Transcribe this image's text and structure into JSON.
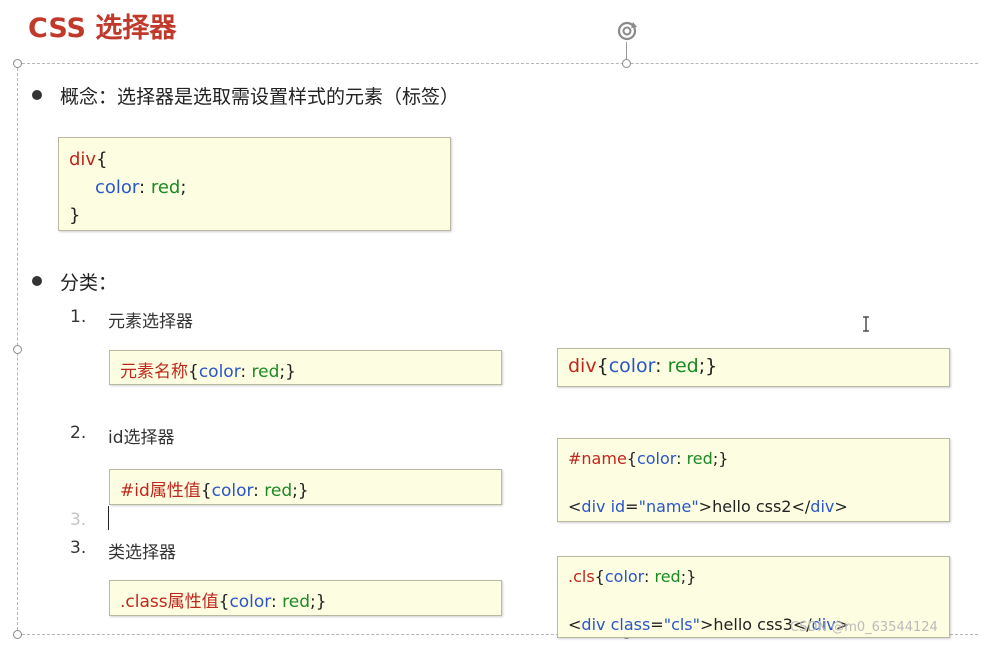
{
  "title": "CSS 选择器",
  "concept": {
    "text": "概念：选择器是选取需设置样式的元素（标签）",
    "code": {
      "line1_selector": "div",
      "line1_brace": "{",
      "line2_prop": "color",
      "line2_colon": ": ",
      "line2_value": "red",
      "line2_semi": ";",
      "line3": "}"
    }
  },
  "classification": {
    "label": "分类：",
    "items": [
      {
        "num": "1.",
        "label": "元素选择器",
        "syntax": {
          "sel": "元素名称",
          "open": "{",
          "prop": "color",
          "colon": ": ",
          "val": "red",
          "close": ";}"
        },
        "example": {
          "sel": "div",
          "open": "{",
          "prop": "color",
          "colon": ": ",
          "val": "red",
          "close": ";}"
        }
      },
      {
        "num": "2.",
        "label": "id选择器",
        "syntax": {
          "sel": "#id属性值",
          "open": "{",
          "prop": "color",
          "colon": ": ",
          "val": "red",
          "close": ";}"
        },
        "example": {
          "rule_sel": "#name",
          "rule_open": "{",
          "rule_prop": "color",
          "rule_colon": ": ",
          "rule_val": "red",
          "rule_close": ";}",
          "html_lt": "<",
          "html_tag": "div",
          "html_attr": " id",
          "html_eq": "=",
          "html_attrval": "\"name\"",
          "html_gt": ">",
          "html_text": "hello css2",
          "html_endlt": "</",
          "html_endtag": "div",
          "html_endgt": ">"
        }
      },
      {
        "num": "3.",
        "label": "类选择器",
        "syntax": {
          "sel": ".class属性值",
          "open": "{",
          "prop": "color",
          "colon": ": ",
          "val": "red",
          "close": ";}"
        },
        "example": {
          "rule_sel": ".cls",
          "rule_open": "{",
          "rule_prop": "color",
          "rule_colon": ": ",
          "rule_val": "red",
          "rule_close": ";}",
          "html_lt": "<",
          "html_tag": "div",
          "html_attr": " class",
          "html_eq": "=",
          "html_attrval": "\"cls\"",
          "html_gt": ">",
          "html_text": "hello css3",
          "html_endlt": "</",
          "html_endtag": "div",
          "html_endgt": ">"
        }
      }
    ],
    "stray_num": "3."
  },
  "watermark": "CSDN @m0_63544124",
  "colors": {
    "selector": "#c0271b",
    "property": "#2a55c7",
    "value": "#1a8a22",
    "box_bg": "#fdfde2",
    "title": "#c0392b"
  },
  "icons": [
    "rotate-handle-icon",
    "text-cursor-icon",
    "bullet-icon"
  ]
}
